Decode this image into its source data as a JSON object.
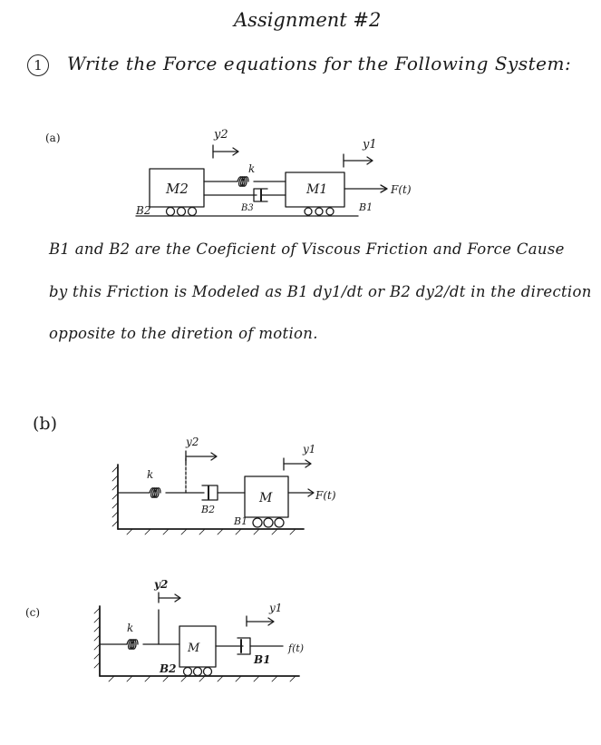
{
  "page": {
    "title": "Assignment #2",
    "question_number": "1",
    "question_text": "Write the Force equations for the Following System:"
  },
  "part_a": {
    "label": "(a)",
    "mass1": "M1",
    "mass2": "M2",
    "spring": "k",
    "damper": "B3",
    "friction1": "B1",
    "friction2": "B2",
    "disp1": "y1",
    "disp2": "y2",
    "force": "F(t)"
  },
  "explanation": {
    "line1": "B1 and B2 are the Coeficient of Viscous Friction and Force Cause",
    "line2": "by this Friction is Modeled as B1 dy1/dt or B2 dy2/dt in the direction",
    "line3": "opposite to the diretion of motion."
  },
  "part_b": {
    "label": "(b)",
    "mass": "M",
    "spring": "k",
    "damper": "B2",
    "friction": "B1",
    "disp1": "y1",
    "disp2": "y2",
    "force": "F(t)"
  },
  "part_c": {
    "label": "(c)",
    "mass": "M",
    "spring": "k",
    "damper": "B1",
    "friction": "B2",
    "disp1": "y1",
    "disp2": "y2",
    "force": "f(t)"
  }
}
